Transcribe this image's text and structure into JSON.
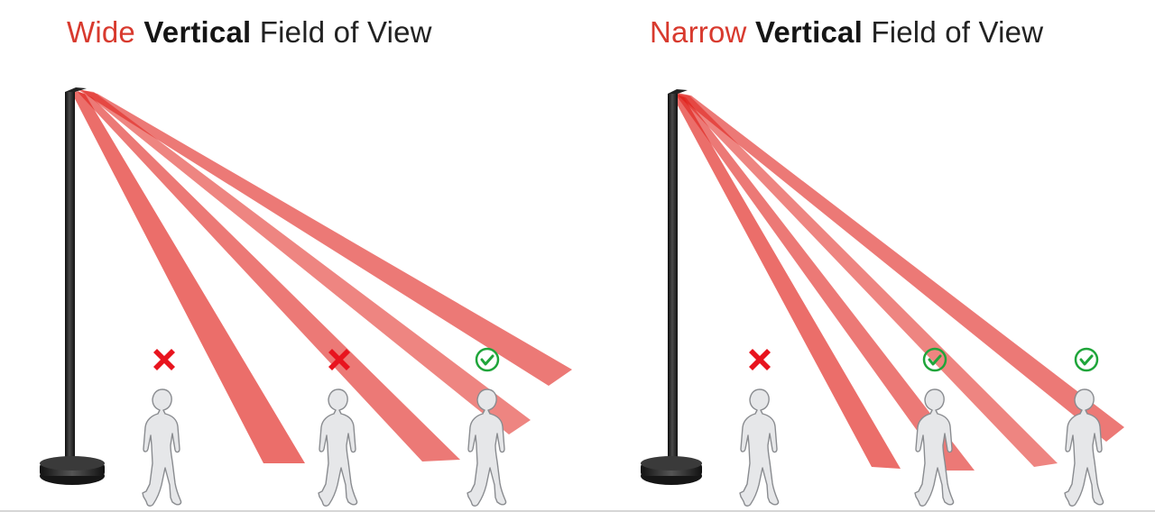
{
  "panels": [
    {
      "title": {
        "prefix": "Wide",
        "emphasis": "Vertical",
        "suffix": "Field of View"
      },
      "fov": "wide",
      "detections": [
        {
          "status": "not-detected",
          "icon": "red-cross-icon"
        },
        {
          "status": "not-detected",
          "icon": "red-cross-icon"
        },
        {
          "status": "detected",
          "icon": "green-check-icon"
        }
      ]
    },
    {
      "title": {
        "prefix": "Narrow",
        "emphasis": "Vertical",
        "suffix": "Field of View"
      },
      "fov": "narrow",
      "detections": [
        {
          "status": "not-detected",
          "icon": "red-cross-icon"
        },
        {
          "status": "detected",
          "icon": "green-check-icon"
        },
        {
          "status": "detected",
          "icon": "green-check-icon"
        }
      ]
    }
  ],
  "colors": {
    "accent_red": "#d83a2e",
    "beam_red": "#e0201a",
    "cross_red": "#e8141e",
    "check_green": "#1fa53a",
    "pole": "#1c1c1c",
    "person_fill": "#e6e7e9",
    "person_stroke": "#8a8c90",
    "ground": "#d6d6d6"
  }
}
